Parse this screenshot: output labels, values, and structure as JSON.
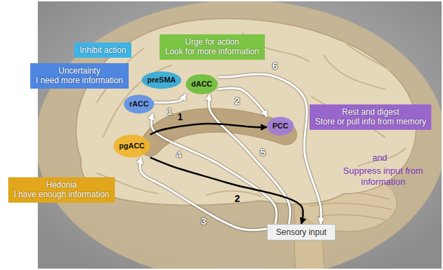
{
  "diagram": {
    "nodes": [
      {
        "text": [
          "Inhibit action"
        ]
      },
      {
        "text": [
          "Urge for action",
          "Look for more information"
        ]
      },
      {
        "text": [
          "preSMA"
        ]
      },
      {
        "text": [
          "dACC"
        ]
      },
      {
        "text": [
          "Uncertainty",
          "I need more information"
        ]
      },
      {
        "text": [
          "rACC"
        ]
      },
      {
        "text": [
          "PCC"
        ]
      },
      {
        "text": [
          "Rest and digest",
          "Store or pull info from memory"
        ]
      },
      {
        "text": [
          "pgACC"
        ]
      },
      {
        "text": [
          "Hedonia",
          "I have enough information"
        ]
      },
      {
        "text": [
          "Sensory input"
        ]
      }
    ],
    "edges": [
      {
        "from": 5,
        "to": 3,
        "arrow": "to",
        "label": "1"
      },
      {
        "from": 3,
        "to": 6,
        "arrow": "to",
        "label": "2"
      },
      {
        "from": 10,
        "to": 8,
        "arrow": "to",
        "label": "3"
      },
      {
        "from": 10,
        "to": 5,
        "arrow": "to",
        "label": "4"
      },
      {
        "from": 10,
        "to": 3,
        "arrow": "to",
        "label": "5"
      },
      {
        "from": 3,
        "to": 10,
        "arrow": "to",
        "label": "6"
      },
      {
        "from": 8,
        "to": 6,
        "arrow": "to",
        "label": "1"
      },
      {
        "from": 8,
        "to": 10,
        "arrow": "to",
        "label": "2"
      }
    ],
    "labels": [
      "and",
      "Suppress input from information"
    ]
  }
}
